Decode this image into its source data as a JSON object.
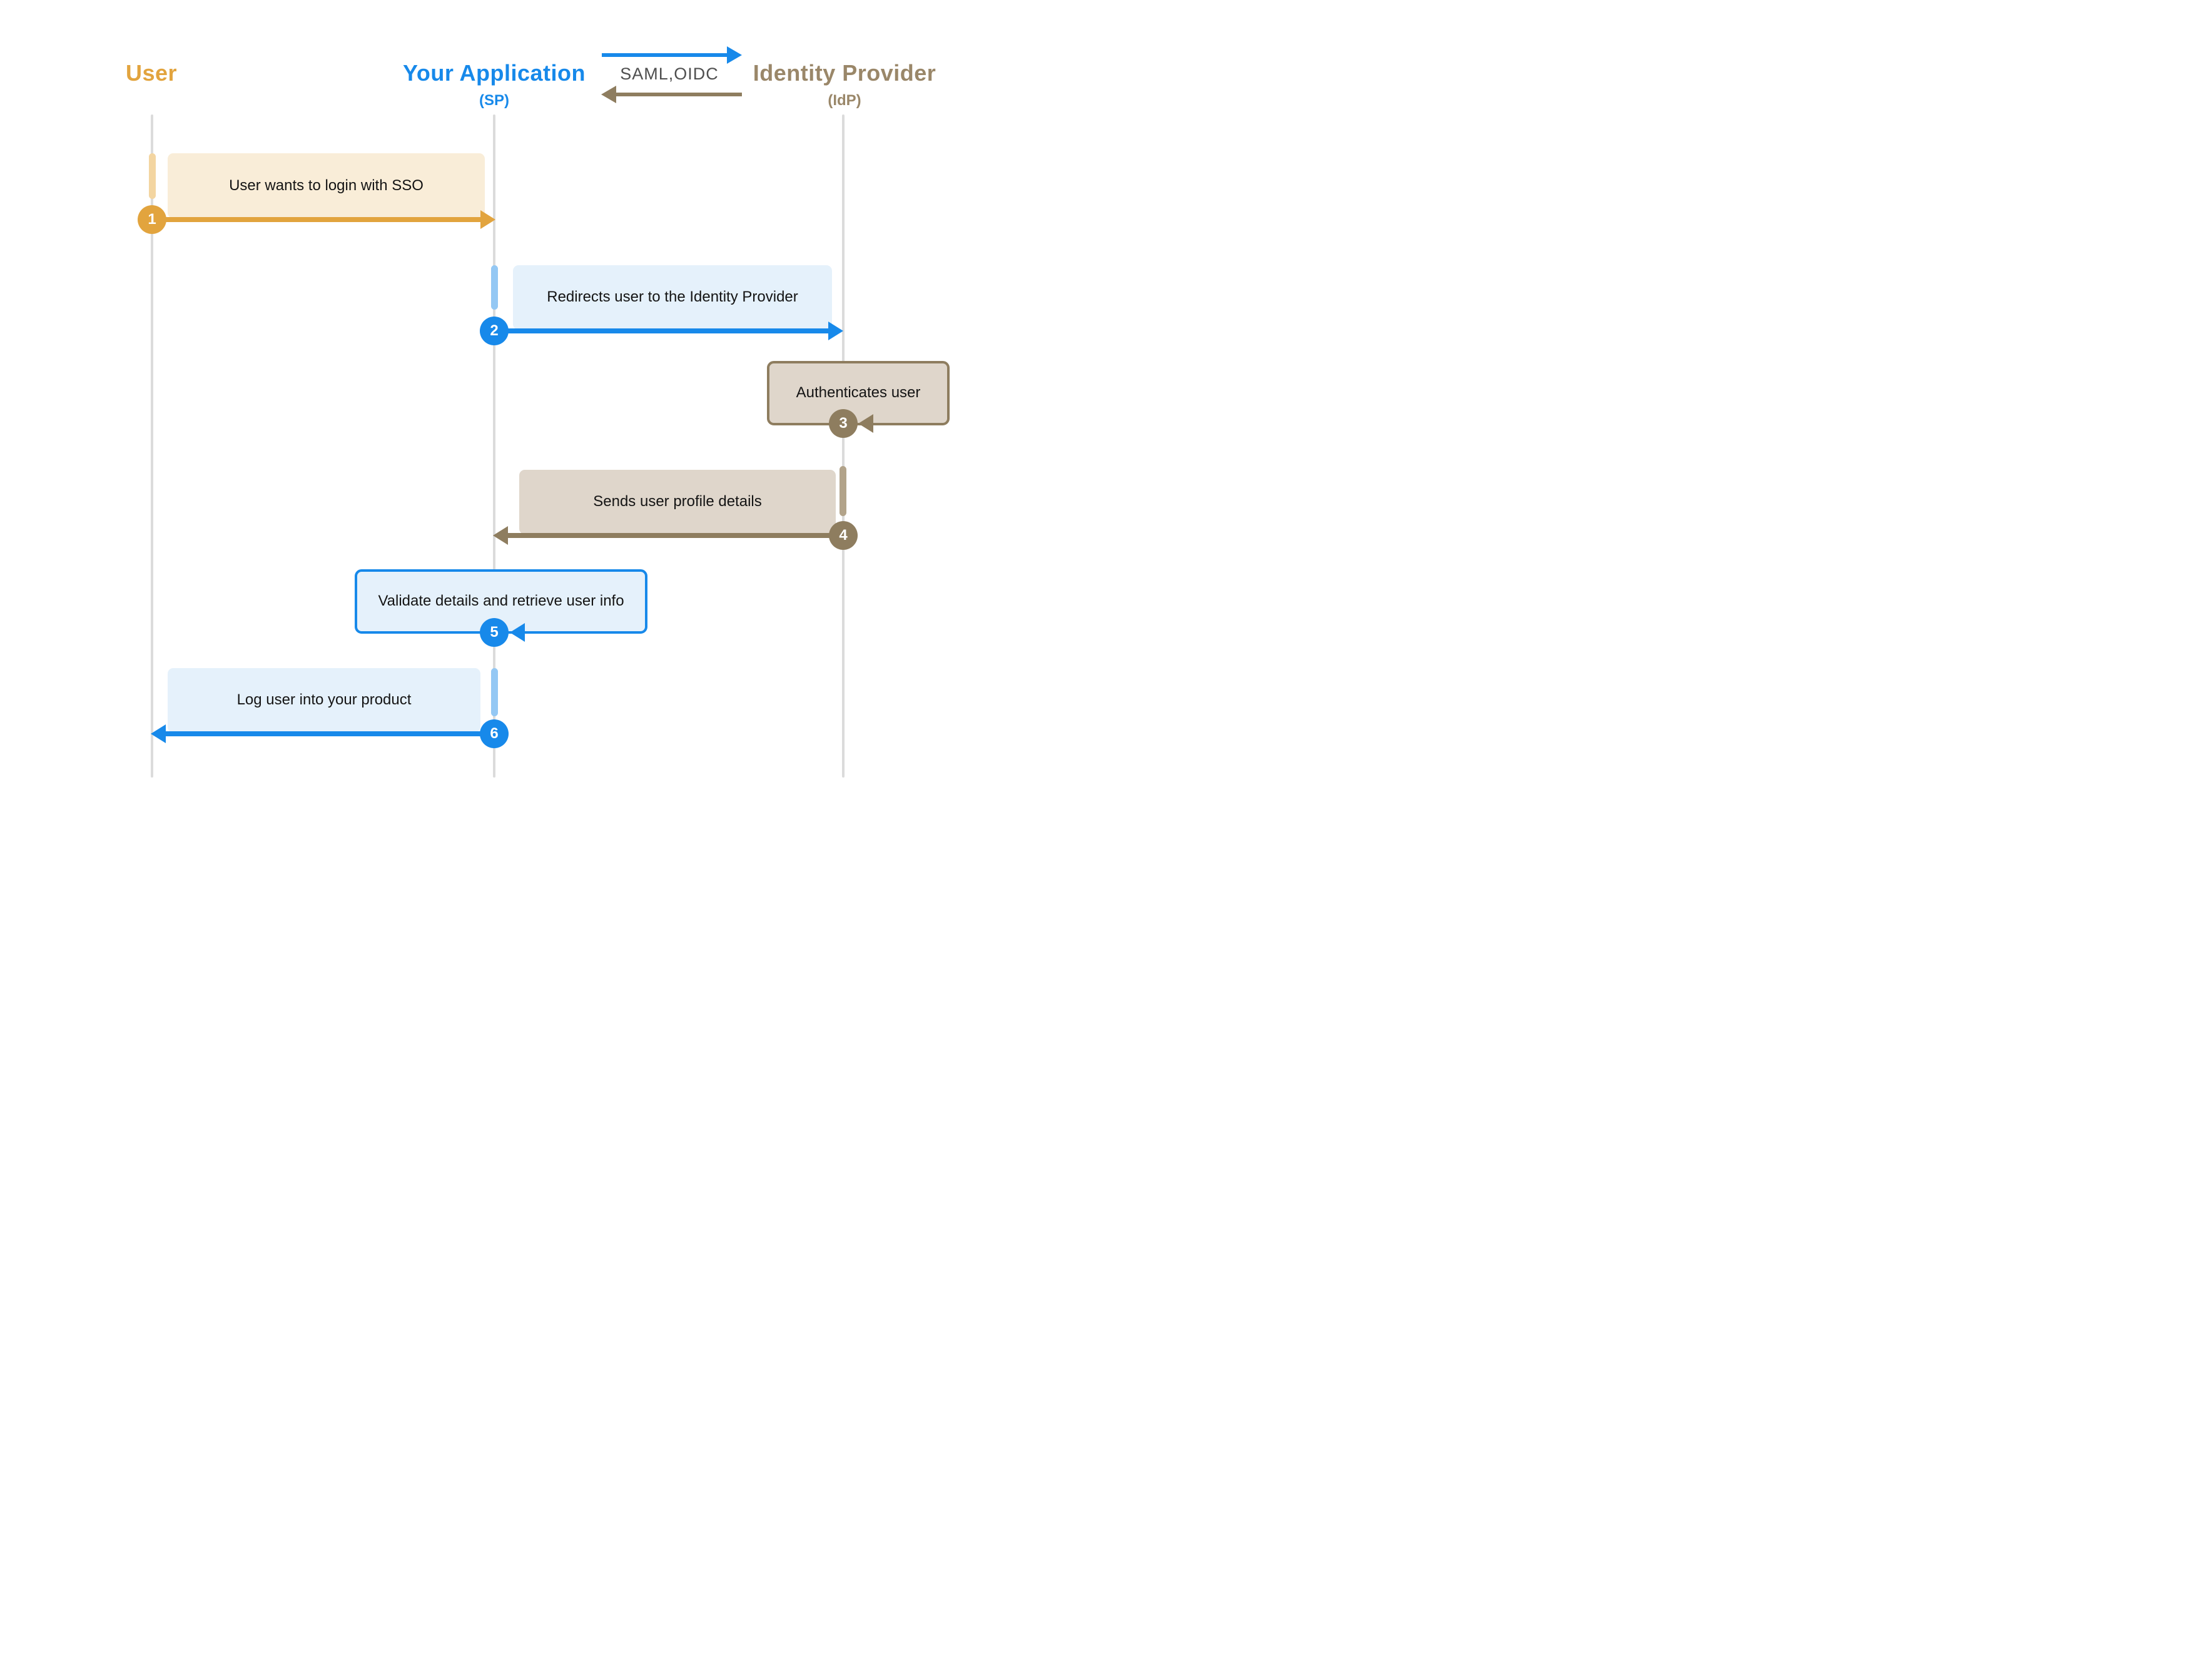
{
  "actors": {
    "user": {
      "name": "User"
    },
    "application": {
      "name": "Your Application",
      "subtitle": "(SP)"
    },
    "identity_provider": {
      "name": "Identity Provider",
      "subtitle": "(IdP)"
    }
  },
  "protocol": {
    "label": "SAML,OIDC"
  },
  "steps": [
    {
      "number": "1",
      "label": "User wants to login with SSO",
      "from": "User",
      "to": "Your Application"
    },
    {
      "number": "2",
      "label": "Redirects user to the Identity Provider",
      "from": "Your Application",
      "to": "Identity Provider"
    },
    {
      "number": "3",
      "label": "Authenticates user",
      "from": "Identity Provider",
      "to": "Identity Provider"
    },
    {
      "number": "4",
      "label": "Sends user profile details",
      "from": "Identity Provider",
      "to": "Your Application"
    },
    {
      "number": "5",
      "label": "Validate details and retrieve user info",
      "from": "Your Application",
      "to": "Your Application"
    },
    {
      "number": "6",
      "label": "Log user into your product",
      "from": "Your Application",
      "to": "User"
    }
  ],
  "colors": {
    "orange": "#E2A43E",
    "orange-light": "#F3D5A1",
    "cream-box": "#F9EDD8",
    "blue": "#1789EA",
    "blue-light": "#94C8F4",
    "blue-box": "#E5F1FB",
    "brown": "#8E7D5F",
    "brown-title": "#9A8769",
    "tan-box": "#DFD6CB",
    "tan-bar": "#B2A38A",
    "gray-line": "#DBDBDB",
    "text-dark": "#141414",
    "protocol-text": "#4F4F4F"
  }
}
